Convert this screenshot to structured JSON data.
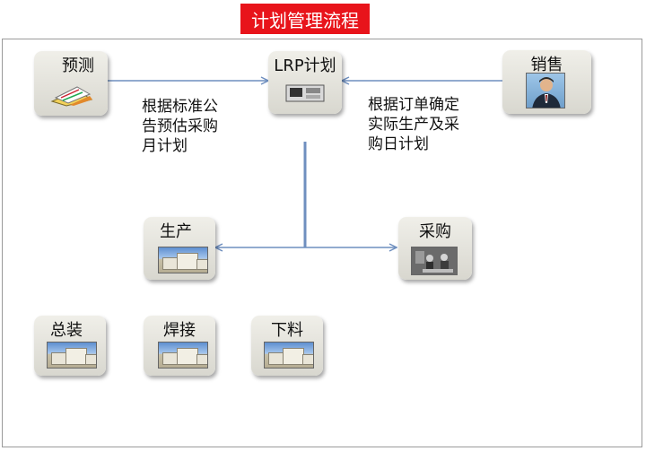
{
  "title": "计划管理流程",
  "nodes": {
    "forecast": "预测",
    "lrp": "LRP计划",
    "sales": "销售",
    "production": "生产",
    "purchasing": "采购",
    "assembly": "总装",
    "welding": "焊接",
    "cutting": "下料"
  },
  "annotations": {
    "left": [
      "根据标准公",
      "告预估采购",
      "月计划"
    ],
    "right": [
      "根据订单确定",
      "实际生产及采",
      "购日计划"
    ]
  },
  "colors": {
    "title_bg": "#e8141b",
    "connector": "#6f8fbf",
    "node_bg": "#e4e3dc"
  }
}
